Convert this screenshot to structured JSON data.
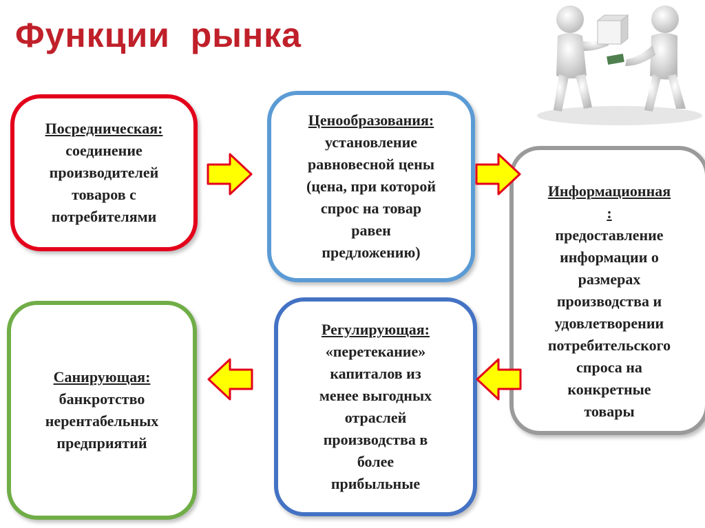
{
  "title": "Функции  рынка",
  "boxes": {
    "intermediary": {
      "heading": "Посредническая:",
      "body": "соединение\nпроизводителей\nтоваров с\nпотребителями",
      "border_color": "#e3001b"
    },
    "pricing": {
      "heading": "Ценообразования:",
      "body": "установление\nравновесной цены\n(цена, при которой\nспрос  на товар\nравен\nпредложению)",
      "border_color": "#5b9bd5"
    },
    "informational": {
      "heading": "Информационная\n:",
      "body": "предоставление\nинформации о\nразмерах\nпроизводства и\nудовлетворении\nпотребительского\nспроса на\nконкретные\nтовары",
      "border_color": "#9a9a9a"
    },
    "regulating": {
      "heading": "Регулирующая:",
      "body": "«перетекание»\nкапиталов из\nменее выгодных\nотраслей\nпроизводства в\nболее\nприбыльные",
      "border_color": "#4472c4"
    },
    "sanitizing": {
      "heading": "Санирующая:",
      "body": "банкротство\nнерентабельных\nпредприятий",
      "border_color": "#70ad47"
    }
  },
  "arrows": [
    {
      "from": "intermediary",
      "to": "pricing",
      "direction": "right"
    },
    {
      "from": "pricing",
      "to": "informational",
      "direction": "right"
    },
    {
      "from": "informational",
      "to": "regulating",
      "direction": "left"
    },
    {
      "from": "regulating",
      "to": "sanitizing",
      "direction": "left"
    }
  ],
  "colors": {
    "title": "#c0202a",
    "arrow_fill": "#ffff00",
    "arrow_stroke": "#e3001b"
  },
  "illustration": "two-figures-exchange-icon"
}
